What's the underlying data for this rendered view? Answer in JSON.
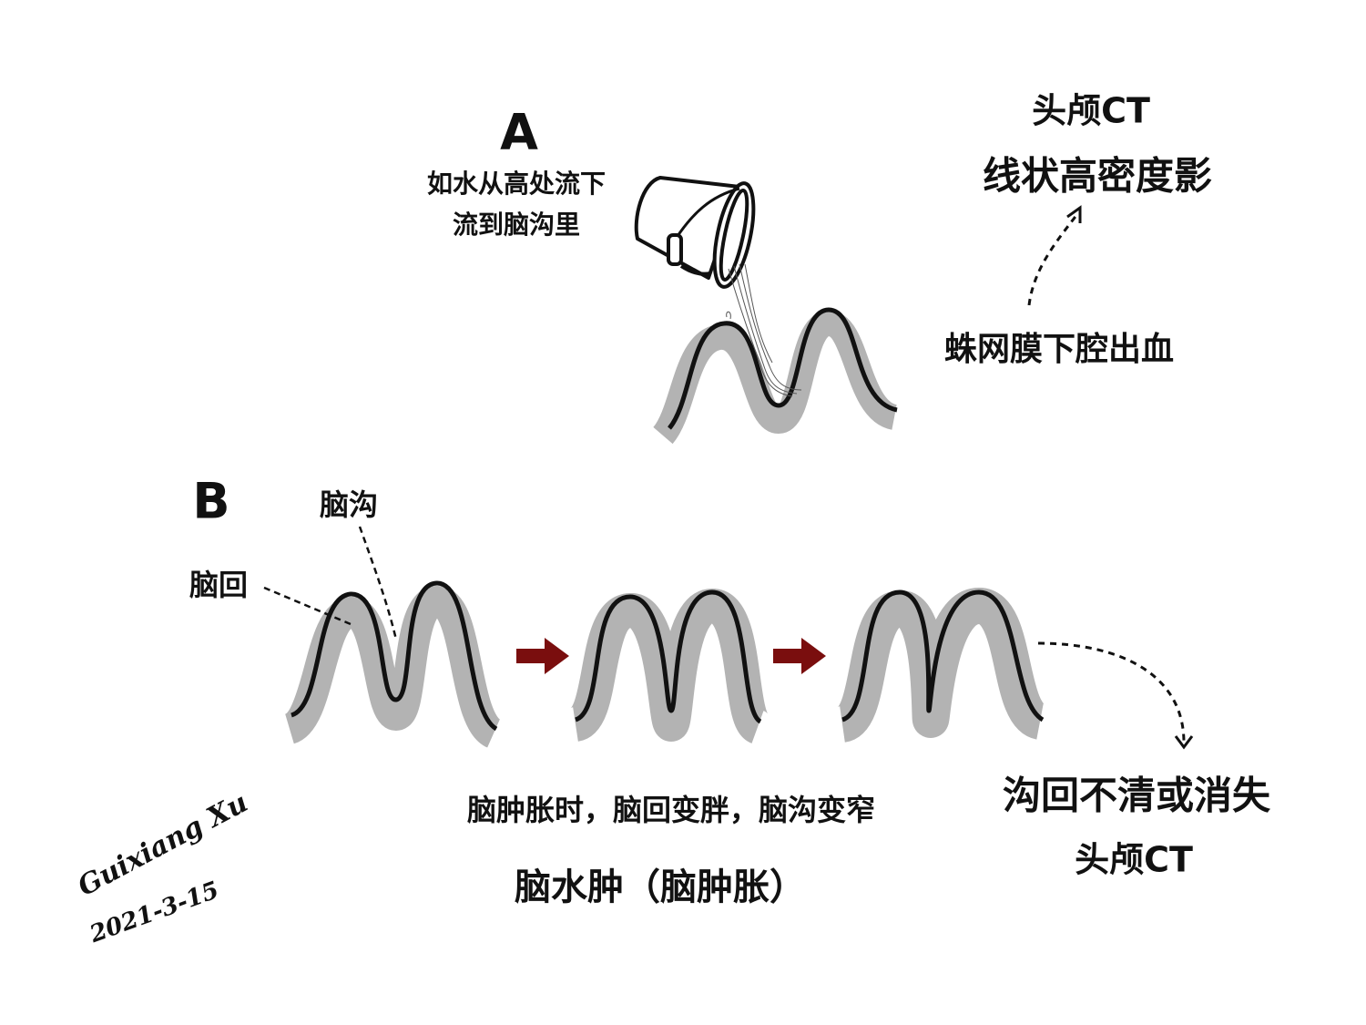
{
  "panel_a": {
    "letter": "A",
    "analogy_line1": "如水从高处流下",
    "analogy_line2": "流到脑沟里",
    "ct_title": "头颅CT",
    "ct_finding": "线状高密度影",
    "condition": "蛛网膜下腔出血"
  },
  "panel_b": {
    "letter": "B",
    "label_sulcus": "脑沟",
    "label_gyrus": "脑回",
    "description": "脑肿胀时，脑回变胖，脑沟变窄",
    "condition": "脑水肿（脑肿胀）",
    "ct_finding": "沟回不清或消失",
    "ct_title": "头颅CT"
  },
  "signature": {
    "name": "Guixiang Xu",
    "date": "2021-3-15"
  },
  "colors": {
    "gyrus_fill": "#b3b3b3",
    "outline": "#111111",
    "arrow": "#7a0e0e"
  }
}
